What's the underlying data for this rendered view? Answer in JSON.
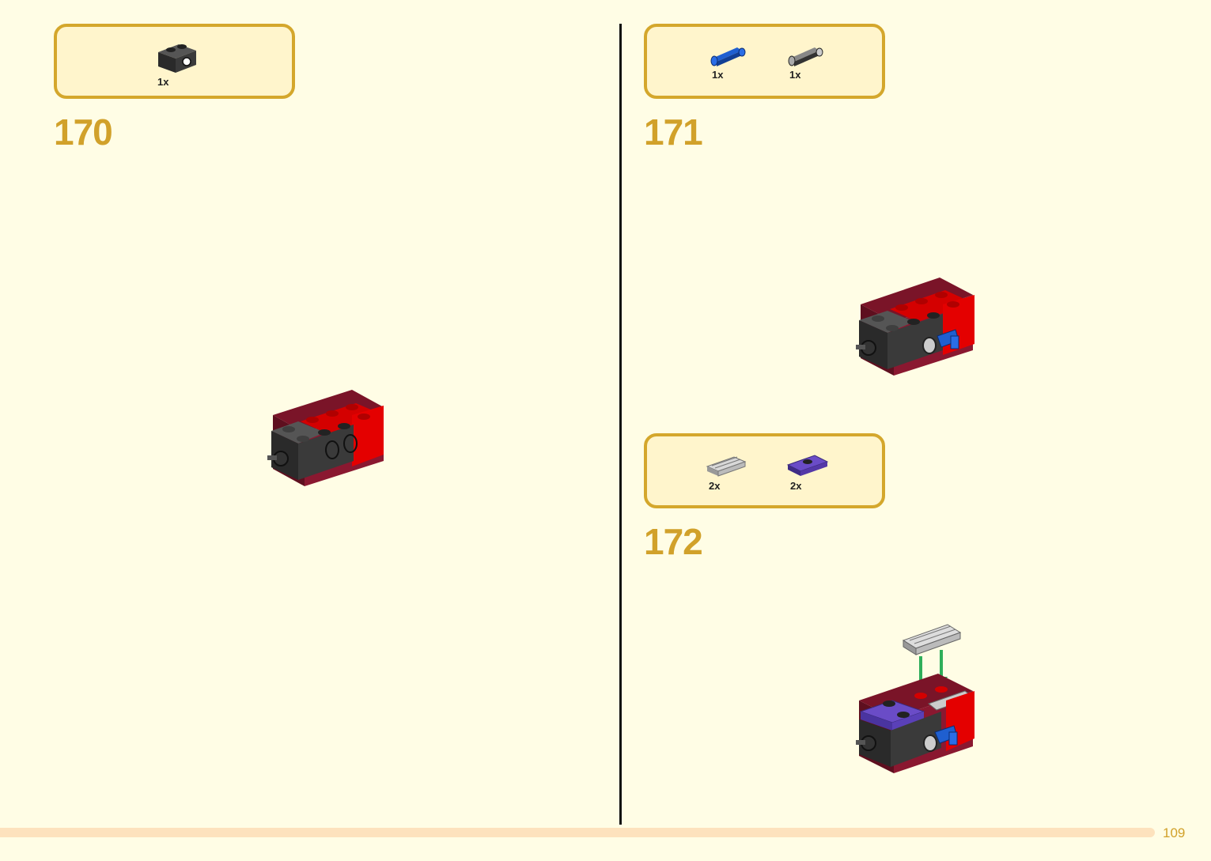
{
  "steps": [
    {
      "number": "170",
      "parts": [
        {
          "name": "black-brick-1x2-with-axle-hole",
          "qty": "1x"
        }
      ]
    },
    {
      "number": "171",
      "parts": [
        {
          "name": "blue-axle-pin",
          "qty": "1x"
        },
        {
          "name": "grey-pin",
          "qty": "1x"
        }
      ]
    },
    {
      "number": "172",
      "parts": [
        {
          "name": "grey-grille-tile",
          "qty": "2x"
        },
        {
          "name": "purple-plate-with-stud",
          "qty": "2x"
        }
      ]
    }
  ],
  "page_number": "109",
  "colors": {
    "background": "#fffde5",
    "box_border": "#d4a72c",
    "box_fill": "#fff5cc",
    "step_number": "#d1a12a",
    "bottom_bar": "#fde2bd",
    "arrow": "#2fae5a"
  }
}
